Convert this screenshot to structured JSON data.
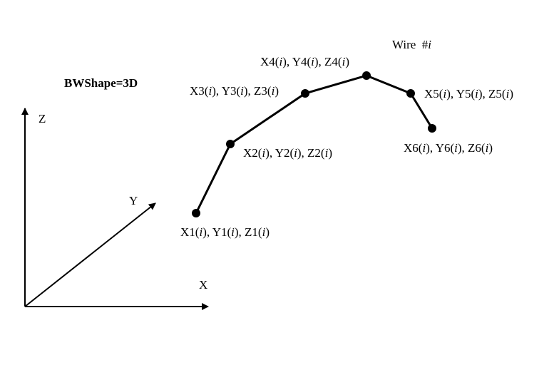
{
  "title": "BWShape=3D",
  "wire_label": {
    "prefix": "Wire  #",
    "index": "i"
  },
  "axes": {
    "x": "X",
    "y": "Y",
    "z": "Z"
  },
  "points": [
    {
      "name": "X1",
      "parts": [
        "X1(",
        "i",
        "), Y1(",
        "i",
        "), Z1(",
        "i",
        ")"
      ]
    },
    {
      "name": "X2",
      "parts": [
        "X2(",
        "i",
        "), Y2(",
        "i",
        "), Z2(",
        "i",
        ")"
      ]
    },
    {
      "name": "X3",
      "parts": [
        "X3(",
        "i",
        "), Y3(",
        "i",
        "), Z3(",
        "i",
        ")"
      ]
    },
    {
      "name": "X4",
      "parts": [
        "X4(",
        "i",
        "), Y4(",
        "i",
        "), Z4(",
        "i",
        ")"
      ]
    },
    {
      "name": "X5",
      "parts": [
        "X5(",
        "i",
        "), Y5(",
        "i",
        "), Z5(",
        "i",
        ")"
      ]
    },
    {
      "name": "X6",
      "parts": [
        "X6(",
        "i",
        "), Y6(",
        "i",
        "), Z6(",
        "i",
        ")"
      ]
    }
  ]
}
